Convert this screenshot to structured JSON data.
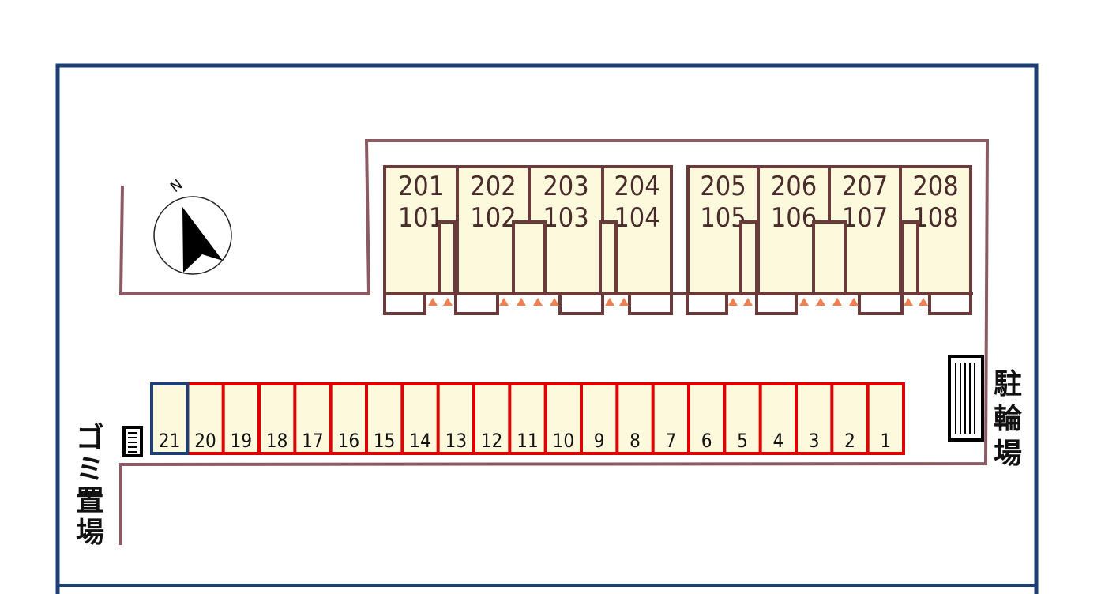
{
  "colors": {
    "border": "#1d3f74",
    "wall": "#8b5a62",
    "unit_stroke": "#6b3b3b",
    "unit_fill": "#fcf9dc",
    "parking_stroke": "#e00000",
    "highlight_stroke": "#1d3f74",
    "step_marker": "#f08050",
    "text": "#111111"
  },
  "compass": {
    "label": "N",
    "icon": "north-arrow-icon"
  },
  "units": [
    {
      "upper": "201",
      "lower": "101"
    },
    {
      "upper": "202",
      "lower": "102"
    },
    {
      "upper": "203",
      "lower": "103"
    },
    {
      "upper": "204",
      "lower": "104"
    },
    {
      "upper": "205",
      "lower": "105"
    },
    {
      "upper": "206",
      "lower": "106"
    },
    {
      "upper": "207",
      "lower": "107"
    },
    {
      "upper": "208",
      "lower": "108"
    }
  ],
  "parking": {
    "spaces": [
      "21",
      "20",
      "19",
      "18",
      "17",
      "16",
      "15",
      "14",
      "13",
      "12",
      "11",
      "10",
      "9",
      "8",
      "7",
      "6",
      "5",
      "4",
      "3",
      "2",
      "1"
    ],
    "highlighted": "21"
  },
  "garbage_area": {
    "label": "ゴミ置場",
    "icon": "garbage-box-icon"
  },
  "bicycle_parking": {
    "label": "駐輪場",
    "icon": "bicycle-rack-icon"
  }
}
